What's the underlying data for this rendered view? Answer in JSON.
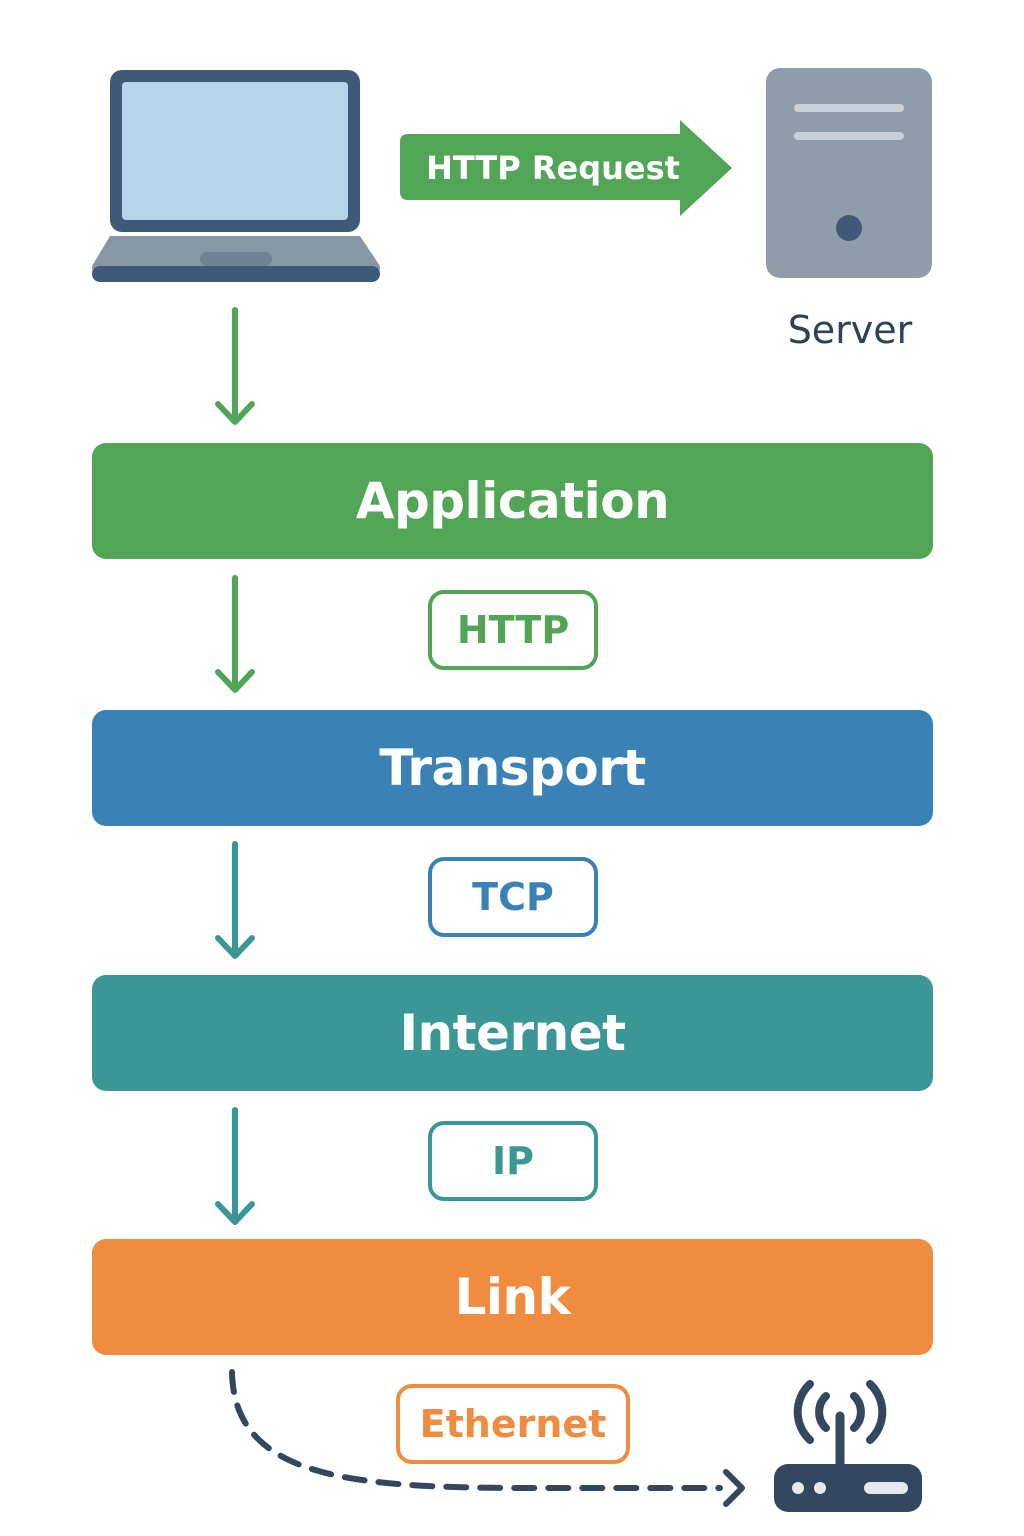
{
  "request": {
    "label": "HTTP Request"
  },
  "server": {
    "label": "Server"
  },
  "layers": [
    {
      "label": "Application",
      "color": "#52a556"
    },
    {
      "label": "Transport",
      "color": "#3a81b5"
    },
    {
      "label": "Internet",
      "color": "#3b9696"
    },
    {
      "label": "Link",
      "color": "#ef8c40"
    }
  ],
  "protocols": [
    {
      "label": "HTTP",
      "color": "#52a556"
    },
    {
      "label": "TCP",
      "color": "#3a81b5"
    },
    {
      "label": "IP",
      "color": "#3b9696"
    },
    {
      "label": "Ethernet",
      "color": "#ef8c40"
    }
  ],
  "icons": {
    "client": "laptop-icon",
    "server": "server-icon",
    "router": "wifi-router-icon"
  },
  "colors": {
    "dark": "#33475e",
    "server_body": "#8f9dab"
  }
}
